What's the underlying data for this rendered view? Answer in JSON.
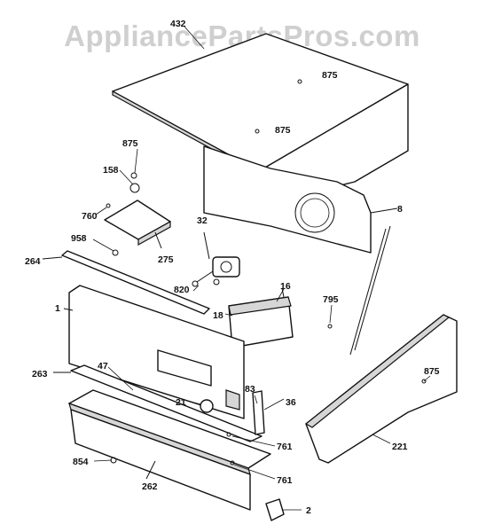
{
  "watermark": "AppliancePartsPros.com",
  "callouts": {
    "c432": "432",
    "c875a": "875",
    "c875b": "875",
    "c875c": "875",
    "c875d": "875",
    "c158": "158",
    "c8": "8",
    "c760": "760",
    "c32": "32",
    "c958": "958",
    "c275": "275",
    "c264": "264",
    "c820": "820",
    "c16": "16",
    "c18": "18",
    "c795": "795",
    "c1": "1",
    "c47": "47",
    "c263": "263",
    "c21": "21",
    "c83": "83",
    "c36": "36",
    "c761a": "761",
    "c761b": "761",
    "c221": "221",
    "c854": "854",
    "c262": "262",
    "c2": "2"
  }
}
